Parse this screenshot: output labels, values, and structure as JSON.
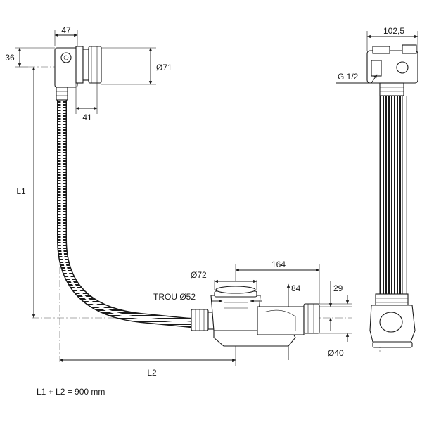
{
  "dimensions": {
    "overflow_width": "47",
    "overflow_height": "36",
    "overflow_diameter": "Ø71",
    "overflow_depth": "41",
    "length_1": "L1",
    "length_2": "L2",
    "waste_diameter": "Ø72",
    "waste_hole": "TROU Ø52",
    "waste_span": "164",
    "waste_height": "84",
    "outlet_offset": "29",
    "outlet_diameter": "Ø40",
    "side_width": "102,5",
    "thread": "G 1/2"
  },
  "note": "L1 + L2 = 900 mm"
}
